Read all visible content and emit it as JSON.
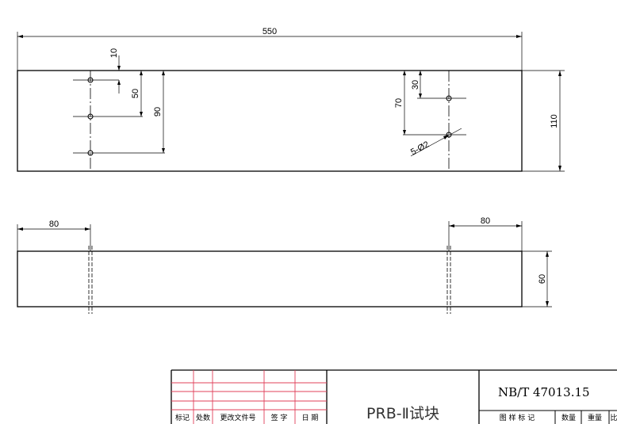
{
  "drawing": {
    "top_view": {
      "overall_length": "550",
      "height": "110",
      "hole_spacing_top": "10",
      "hole_spacing_mid": "50",
      "hole_spacing_low": "90",
      "right_hole_top": "30",
      "right_hole_low": "70",
      "hole_callout": "5-Ø2"
    },
    "side_view": {
      "left_offset": "80",
      "right_offset": "80",
      "thickness": "60"
    }
  },
  "title_block": {
    "headers": [
      "标记",
      "处数",
      "更改文件号",
      "签 字",
      "日 期"
    ],
    "part_name": "PRB-Ⅱ试块",
    "standard": "NB/T 47013.15",
    "col_labels": [
      "图 样 标 记",
      "数量",
      "重量",
      "比"
    ]
  },
  "colors": {
    "line": "#000000",
    "title_block_grid": "#e0405a"
  }
}
